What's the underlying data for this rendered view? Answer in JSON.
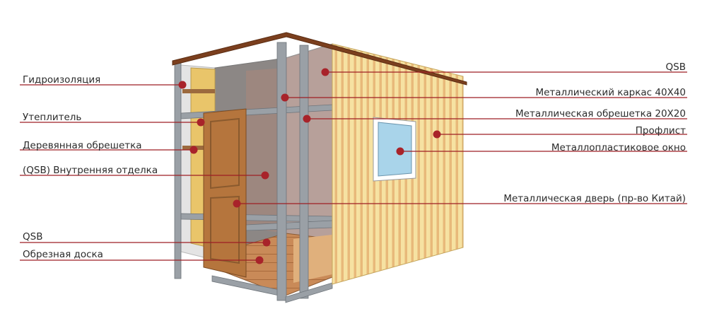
{
  "colors": {
    "leader_line": "#9e1f24",
    "leader_dot": "#a8232a",
    "roof": "#7b3f1e",
    "profile_light": "#f6e2a2",
    "profile_dark": "#e8b97a",
    "frame": "#9aa0a6",
    "door": "#b5753d",
    "window_glass": "#a9d4ea"
  },
  "labels": {
    "left": [
      "Гидроизоляция",
      "Утеплитель",
      "Деревянная обрешетка",
      "(QSB) Внутренняя отделка",
      "QSB",
      "Обрезная доска"
    ],
    "right": [
      "QSB",
      "Металлический каркас 40X40",
      "Металлическая обрешетка 20X20",
      "Профлист",
      "Металлопластиковое окно",
      "Металлическая дверь (пр-во Китай)"
    ]
  }
}
